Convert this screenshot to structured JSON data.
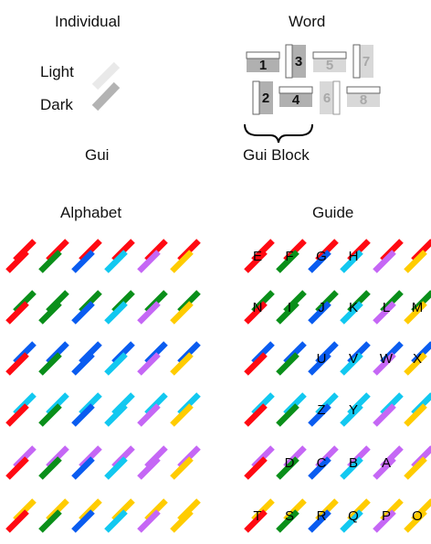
{
  "headings": {
    "individual": "Individual",
    "word": "Word",
    "gui": "Gui",
    "gui_block": "Gui Block",
    "alphabet": "Alphabet",
    "guide": "Guide"
  },
  "legend": {
    "light": "Light",
    "dark": "Dark"
  },
  "colors": {
    "red": "#ff0a12",
    "green": "#0a8f1a",
    "blue": "#0a5cf0",
    "cyan": "#12c8f0",
    "purple": "#c567f5",
    "yellow": "#ffcc00",
    "light_gray": "#d8d8d8",
    "dark_gray": "#b0b0b0"
  },
  "alphabet_grid": {
    "rows": [
      "red",
      "green",
      "blue",
      "cyan",
      "purple",
      "yellow"
    ],
    "cols": [
      "red",
      "green",
      "blue",
      "cyan",
      "purple",
      "yellow"
    ]
  },
  "guide_letters": [
    [
      "E",
      "F",
      "G",
      "H",
      "",
      ""
    ],
    [
      "N",
      "I",
      "J",
      "K",
      "L",
      "M"
    ],
    [
      "",
      "",
      "U",
      "V",
      "W",
      "X"
    ],
    [
      "",
      "",
      "Z",
      "Y",
      "",
      ""
    ],
    [
      "",
      "D",
      "C",
      "B",
      "A",
      ""
    ],
    [
      "T",
      "S",
      "R",
      "Q",
      "P",
      "O"
    ]
  ],
  "word_tiles": [
    {
      "num": "1",
      "shade": "dark"
    },
    {
      "num": "3",
      "shade": "dark"
    },
    {
      "num": "5",
      "shade": "light"
    },
    {
      "num": "7",
      "shade": "light"
    },
    {
      "num": "2",
      "shade": "dark"
    },
    {
      "num": "4",
      "shade": "dark"
    },
    {
      "num": "6",
      "shade": "light"
    },
    {
      "num": "8",
      "shade": "light"
    }
  ]
}
